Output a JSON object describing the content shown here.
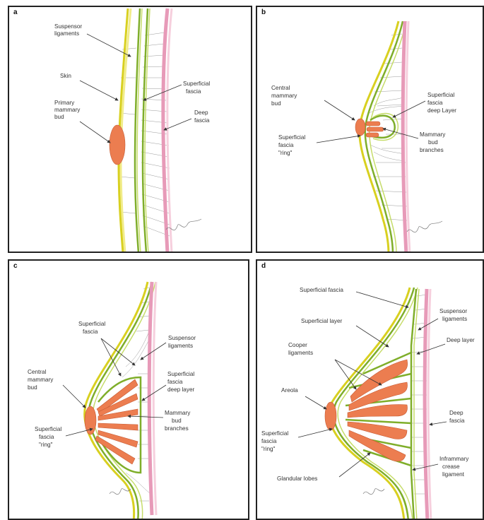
{
  "panels": {
    "a": {
      "letter": "a",
      "suspensor": [
        "Suspensor",
        "ligaments"
      ],
      "skin": "Skin",
      "primary_bud": [
        "Primary",
        "mammary",
        "bud"
      ],
      "superficial_fascia": [
        "Superficial",
        "fascia"
      ],
      "deep_fascia": [
        "Deep",
        "fascia"
      ]
    },
    "b": {
      "letter": "b",
      "central_bud": [
        "Central",
        "mammary",
        "bud"
      ],
      "sf_deep_layer": [
        "Superficial",
        "fascia",
        "deep Layer"
      ],
      "sf_ring": [
        "Superficial",
        "fascia",
        "\"ring\""
      ],
      "bud_branches": [
        "Mammary",
        "bud",
        "branches"
      ]
    },
    "c": {
      "letter": "c",
      "superficial_fascia": [
        "Superficial",
        "fascia"
      ],
      "suspensor": [
        "Suspensor",
        "ligaments"
      ],
      "sf_deep_layer": [
        "Superficial",
        "fascia",
        "deep layer"
      ],
      "central_bud": [
        "Central",
        "mammary",
        "bud"
      ],
      "bud_branches": [
        "Mammary",
        "bud",
        "branches"
      ],
      "sf_ring": [
        "Superficial",
        "fascia",
        "\"ring\""
      ]
    },
    "d": {
      "letter": "d",
      "superficial_fascia": "Superficial fascia",
      "suspensor": [
        "Suspensor",
        "ligaments"
      ],
      "superficial_layer": "Superficial layer",
      "deep_layer": "Deep layer",
      "cooper": [
        "Cooper",
        "ligaments"
      ],
      "areola": "Areola",
      "deep_fascia": [
        "Deep",
        "fascia"
      ],
      "sf_ring": [
        "Superficial",
        "fascia",
        "\"ring\""
      ],
      "inframammary": [
        "Inframmary",
        "crease",
        "ligament"
      ],
      "glandular": "Glandular lobes"
    }
  },
  "colors": {
    "skin": "#d8d020",
    "superficial_fascia": "#7fae2a",
    "deep_fascia": "#e79ab8",
    "gland": "#ec7d50"
  }
}
